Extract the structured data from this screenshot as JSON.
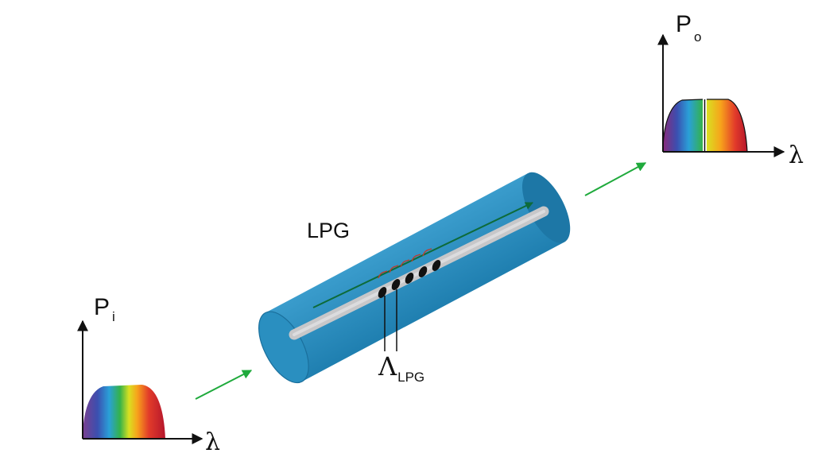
{
  "input_spectrum": {
    "axis_y_symbol": "P",
    "axis_y_subscript": "i",
    "axis_x_symbol": "λ"
  },
  "output_spectrum": {
    "axis_y_symbol": "P",
    "axis_y_subscript": "o",
    "axis_x_symbol": "λ"
  },
  "fiber": {
    "label": "LPG",
    "period_symbol": "Λ",
    "period_subscript": "LPG",
    "grating_dots": 5
  },
  "colors": {
    "cladding": "#2a8fc0",
    "cladding_dark": "#1d77a6",
    "core": "#c7c7c9",
    "arrow_green": "#1faa3c",
    "core_arrow": "#0d6b3a",
    "mode_wave": "#c0392b"
  }
}
